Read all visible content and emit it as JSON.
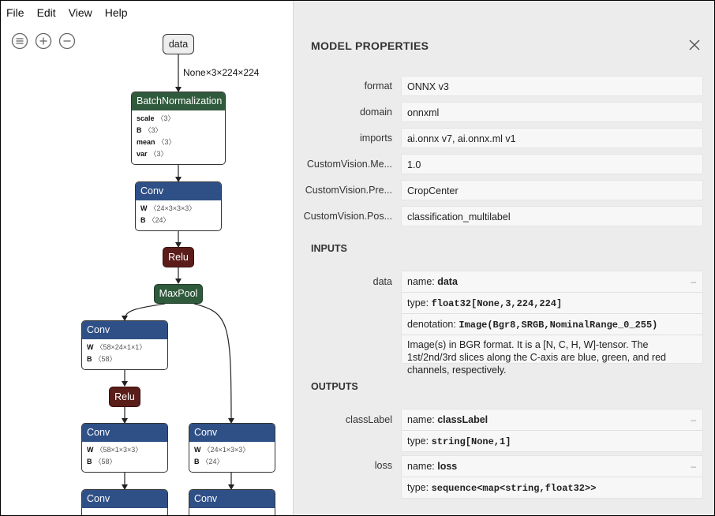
{
  "menu": [
    "File",
    "Edit",
    "View",
    "Help"
  ],
  "toolbar": {
    "icons": [
      "list-icon",
      "zoom-in-icon",
      "zoom-out-icon"
    ]
  },
  "graph": {
    "input_name": "data",
    "input_shape": "None×3×224×224",
    "batchnorm": {
      "title": "BatchNormalization",
      "attrs": [
        {
          "name": "scale",
          "shape": "〈3〉"
        },
        {
          "name": "B",
          "shape": "〈3〉"
        },
        {
          "name": "mean",
          "shape": "〈3〉"
        },
        {
          "name": "var",
          "shape": "〈3〉"
        }
      ]
    },
    "conv1": {
      "title": "Conv",
      "attrs": [
        {
          "name": "W",
          "shape": "〈24×3×3×3〉"
        },
        {
          "name": "B",
          "shape": "〈24〉"
        }
      ]
    },
    "relu1": "Relu",
    "maxpool": "MaxPool",
    "conv2": {
      "title": "Conv",
      "attrs": [
        {
          "name": "W",
          "shape": "〈58×24×1×1〉"
        },
        {
          "name": "B",
          "shape": "〈58〉"
        }
      ]
    },
    "relu2": "Relu",
    "conv3": {
      "title": "Conv",
      "attrs": [
        {
          "name": "W",
          "shape": "〈58×1×3×3〉"
        },
        {
          "name": "B",
          "shape": "〈58〉"
        }
      ]
    },
    "conv4": {
      "title": "Conv",
      "attrs": [
        {
          "name": "W",
          "shape": "〈24×1×3×3〉"
        },
        {
          "name": "B",
          "shape": "〈24〉"
        }
      ]
    },
    "conv5": {
      "title": "Conv"
    },
    "conv6": {
      "title": "Conv"
    }
  },
  "sidebar": {
    "title": "MODEL PROPERTIES",
    "close_glyph": "✕",
    "properties": [
      {
        "label": "format",
        "value": "ONNX v3"
      },
      {
        "label": "domain",
        "value": "onnxml"
      },
      {
        "label": "imports",
        "value": "ai.onnx v7, ai.onnx.ml v1"
      },
      {
        "label": "CustomVision.Me...",
        "value": "1.0"
      },
      {
        "label": "CustomVision.Pre...",
        "value": "CropCenter"
      },
      {
        "label": "CustomVision.Pos...",
        "value": "classification_multilabel"
      }
    ],
    "inputs_header": "INPUTS",
    "input": {
      "label": "data",
      "name_key": "name: ",
      "name": "data",
      "type_key": "type: ",
      "type": "float32[None,3,224,224]",
      "denotation_key": "denotation: ",
      "denotation": "Image(Bgr8,SRGB,NominalRange_0_255)",
      "description": "Image(s) in BGR format. It is a [N, C, H, W]-tensor. The 1st/2nd/3rd slices along the C-axis are blue, green, and red channels, respectively.",
      "expander": "–"
    },
    "outputs_header": "OUTPUTS",
    "outputs": [
      {
        "label": "classLabel",
        "name_key": "name: ",
        "name": "classLabel",
        "type_key": "type: ",
        "type": "string[None,1]",
        "expander": "–"
      },
      {
        "label": "loss",
        "name_key": "name: ",
        "name": "loss",
        "type_key": "type: ",
        "type": "sequence<map<string,float32>>",
        "expander": "–"
      }
    ]
  }
}
